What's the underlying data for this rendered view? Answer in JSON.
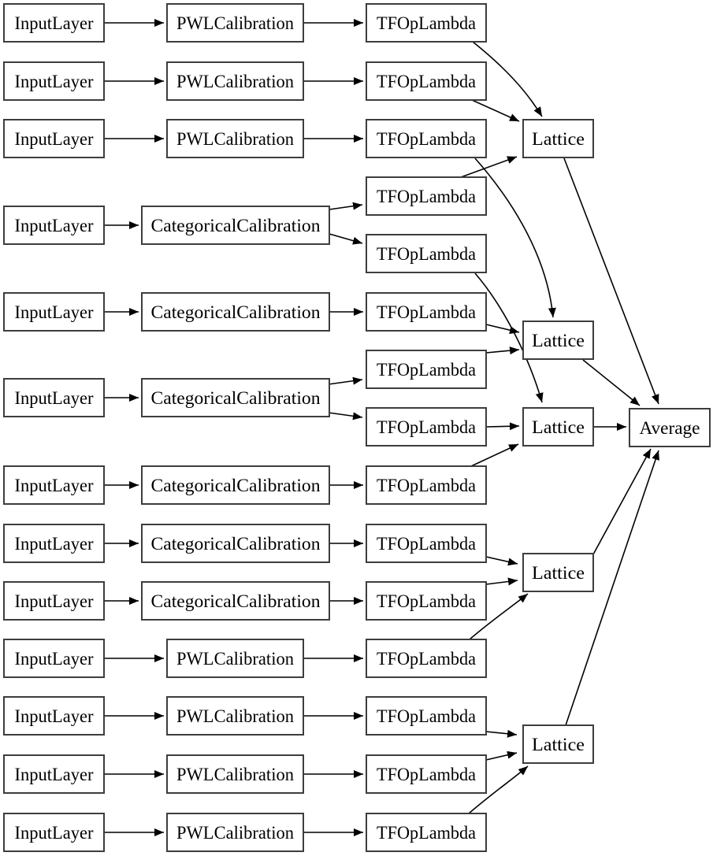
{
  "diagram": {
    "kind": "keras-model-architecture-graph",
    "colors": {
      "background": "#ffffff",
      "node_fill": "#ffffff",
      "node_border": "#3d3d3d",
      "edge": "#000000",
      "text": "#000000"
    }
  },
  "graph": {
    "nodes": [
      {
        "id": "input_layer_1",
        "label": "InputLayer"
      },
      {
        "id": "input_layer_2",
        "label": "InputLayer"
      },
      {
        "id": "input_layer_3",
        "label": "InputLayer"
      },
      {
        "id": "input_layer_4",
        "label": "InputLayer"
      },
      {
        "id": "input_layer_5",
        "label": "InputLayer"
      },
      {
        "id": "input_layer_6",
        "label": "InputLayer"
      },
      {
        "id": "input_layer_7",
        "label": "InputLayer"
      },
      {
        "id": "input_layer_8",
        "label": "InputLayer"
      },
      {
        "id": "input_layer_9",
        "label": "InputLayer"
      },
      {
        "id": "input_layer_10",
        "label": "InputLayer"
      },
      {
        "id": "input_layer_11",
        "label": "InputLayer"
      },
      {
        "id": "input_layer_12",
        "label": "InputLayer"
      },
      {
        "id": "input_layer_13",
        "label": "InputLayer"
      },
      {
        "id": "pwl_calibration_1",
        "label": "PWLCalibration"
      },
      {
        "id": "pwl_calibration_2",
        "label": "PWLCalibration"
      },
      {
        "id": "pwl_calibration_3",
        "label": "PWLCalibration"
      },
      {
        "id": "categorical_calibration_1",
        "label": "CategoricalCalibration"
      },
      {
        "id": "categorical_calibration_2",
        "label": "CategoricalCalibration"
      },
      {
        "id": "categorical_calibration_3",
        "label": "CategoricalCalibration"
      },
      {
        "id": "categorical_calibration_4",
        "label": "CategoricalCalibration"
      },
      {
        "id": "categorical_calibration_5",
        "label": "CategoricalCalibration"
      },
      {
        "id": "categorical_calibration_6",
        "label": "CategoricalCalibration"
      },
      {
        "id": "pwl_calibration_4",
        "label": "PWLCalibration"
      },
      {
        "id": "pwl_calibration_5",
        "label": "PWLCalibration"
      },
      {
        "id": "pwl_calibration_6",
        "label": "PWLCalibration"
      },
      {
        "id": "pwl_calibration_7",
        "label": "PWLCalibration"
      },
      {
        "id": "tf_op_lambda_1",
        "label": "TFOpLambda"
      },
      {
        "id": "tf_op_lambda_2",
        "label": "TFOpLambda"
      },
      {
        "id": "tf_op_lambda_3",
        "label": "TFOpLambda"
      },
      {
        "id": "tf_op_lambda_4",
        "label": "TFOpLambda"
      },
      {
        "id": "tf_op_lambda_5",
        "label": "TFOpLambda"
      },
      {
        "id": "tf_op_lambda_6",
        "label": "TFOpLambda"
      },
      {
        "id": "tf_op_lambda_7",
        "label": "TFOpLambda"
      },
      {
        "id": "tf_op_lambda_8",
        "label": "TFOpLambda"
      },
      {
        "id": "tf_op_lambda_9",
        "label": "TFOpLambda"
      },
      {
        "id": "tf_op_lambda_10",
        "label": "TFOpLambda"
      },
      {
        "id": "tf_op_lambda_11",
        "label": "TFOpLambda"
      },
      {
        "id": "tf_op_lambda_12",
        "label": "TFOpLambda"
      },
      {
        "id": "tf_op_lambda_13",
        "label": "TFOpLambda"
      },
      {
        "id": "tf_op_lambda_14",
        "label": "TFOpLambda"
      },
      {
        "id": "tf_op_lambda_15",
        "label": "TFOpLambda"
      },
      {
        "id": "lattice_1",
        "label": "Lattice"
      },
      {
        "id": "lattice_2",
        "label": "Lattice"
      },
      {
        "id": "lattice_3",
        "label": "Lattice"
      },
      {
        "id": "lattice_4",
        "label": "Lattice"
      },
      {
        "id": "lattice_5",
        "label": "Lattice"
      },
      {
        "id": "average_1",
        "label": "Average"
      }
    ],
    "edges": [
      [
        "input_layer_1",
        "pwl_calibration_1"
      ],
      [
        "input_layer_2",
        "pwl_calibration_2"
      ],
      [
        "input_layer_3",
        "pwl_calibration_3"
      ],
      [
        "input_layer_4",
        "categorical_calibration_1"
      ],
      [
        "input_layer_5",
        "categorical_calibration_2"
      ],
      [
        "input_layer_6",
        "categorical_calibration_3"
      ],
      [
        "input_layer_7",
        "categorical_calibration_4"
      ],
      [
        "input_layer_8",
        "categorical_calibration_5"
      ],
      [
        "input_layer_9",
        "categorical_calibration_6"
      ],
      [
        "input_layer_10",
        "pwl_calibration_4"
      ],
      [
        "input_layer_11",
        "pwl_calibration_5"
      ],
      [
        "input_layer_12",
        "pwl_calibration_6"
      ],
      [
        "input_layer_13",
        "pwl_calibration_7"
      ],
      [
        "pwl_calibration_1",
        "tf_op_lambda_1"
      ],
      [
        "pwl_calibration_2",
        "tf_op_lambda_2"
      ],
      [
        "pwl_calibration_3",
        "tf_op_lambda_3"
      ],
      [
        "categorical_calibration_1",
        "tf_op_lambda_4"
      ],
      [
        "categorical_calibration_1",
        "tf_op_lambda_5"
      ],
      [
        "categorical_calibration_2",
        "tf_op_lambda_6"
      ],
      [
        "categorical_calibration_3",
        "tf_op_lambda_7"
      ],
      [
        "categorical_calibration_3",
        "tf_op_lambda_8"
      ],
      [
        "categorical_calibration_4",
        "tf_op_lambda_9"
      ],
      [
        "categorical_calibration_5",
        "tf_op_lambda_10"
      ],
      [
        "categorical_calibration_6",
        "tf_op_lambda_11"
      ],
      [
        "pwl_calibration_4",
        "tf_op_lambda_12"
      ],
      [
        "pwl_calibration_5",
        "tf_op_lambda_13"
      ],
      [
        "pwl_calibration_6",
        "tf_op_lambda_14"
      ],
      [
        "pwl_calibration_7",
        "tf_op_lambda_15"
      ],
      [
        "tf_op_lambda_1",
        "lattice_1"
      ],
      [
        "tf_op_lambda_2",
        "lattice_1"
      ],
      [
        "tf_op_lambda_4",
        "lattice_1"
      ],
      [
        "tf_op_lambda_3",
        "lattice_2"
      ],
      [
        "tf_op_lambda_6",
        "lattice_2"
      ],
      [
        "tf_op_lambda_7",
        "lattice_2"
      ],
      [
        "tf_op_lambda_5",
        "lattice_3"
      ],
      [
        "tf_op_lambda_8",
        "lattice_3"
      ],
      [
        "tf_op_lambda_9",
        "lattice_3"
      ],
      [
        "tf_op_lambda_10",
        "lattice_4"
      ],
      [
        "tf_op_lambda_11",
        "lattice_4"
      ],
      [
        "tf_op_lambda_12",
        "lattice_4"
      ],
      [
        "tf_op_lambda_13",
        "lattice_5"
      ],
      [
        "tf_op_lambda_14",
        "lattice_5"
      ],
      [
        "tf_op_lambda_15",
        "lattice_5"
      ],
      [
        "lattice_1",
        "average_1"
      ],
      [
        "lattice_2",
        "average_1"
      ],
      [
        "lattice_3",
        "average_1"
      ],
      [
        "lattice_4",
        "average_1"
      ],
      [
        "lattice_5",
        "average_1"
      ]
    ]
  }
}
